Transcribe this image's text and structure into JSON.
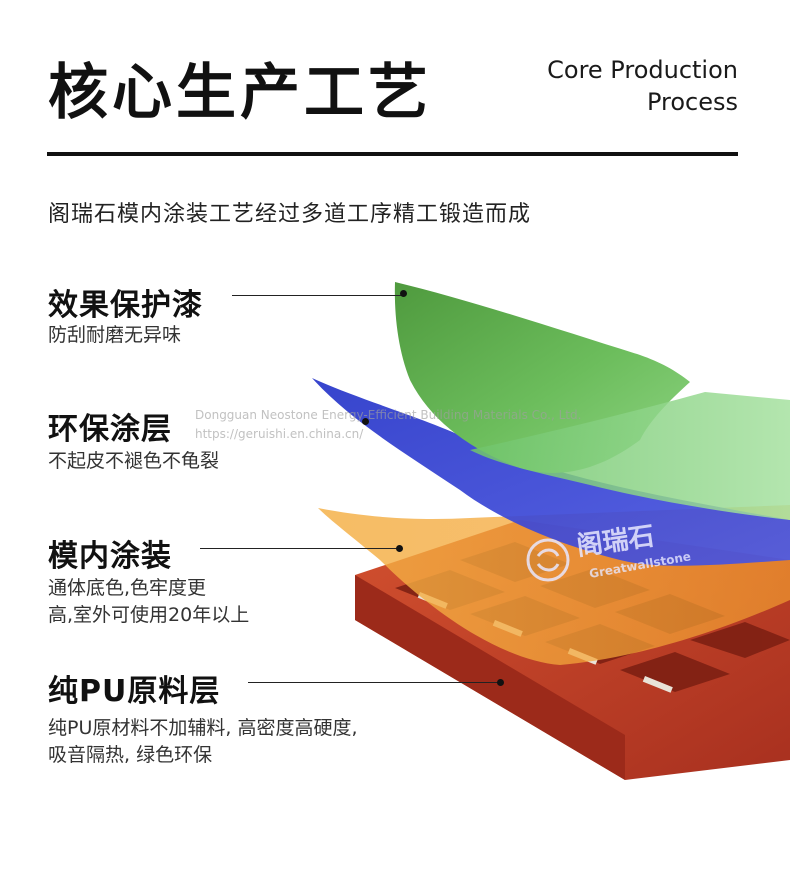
{
  "header": {
    "title": "核心生产工艺",
    "title_en_line1": "Core Production",
    "title_en_line2": "Process"
  },
  "subtitle": "阁瑞石模内涂装工艺经过多道工序精工锻造而成",
  "layers": [
    {
      "title": "效果保护漆",
      "desc_line1": "防刮耐磨无异味",
      "desc_line2": "",
      "color": "#5aa84a"
    },
    {
      "title": "环保涂层",
      "desc_line1": "不起皮不褪色不龟裂",
      "desc_line2": "",
      "color": "#2c3ad0"
    },
    {
      "title": "模内涂装",
      "desc_line1": "通体底色,色牢度更",
      "desc_line2": "高,室外可使用20年以上",
      "color": "#f0a030"
    },
    {
      "title": "纯PU原料层",
      "desc_line1": "纯PU原材料不加辅料, 高密度高硬度,",
      "desc_line2": "吸音隔热, 绿色环保",
      "color": "#c8452e"
    }
  ],
  "product_logo": {
    "brand_cn": "阁瑞石",
    "brand_en": "Greatwallstone"
  },
  "watermark": {
    "line1": "Dongguan Neostone Energy-Efficient Building Materials Co., Ltd.",
    "line2": "https://geruishi.en.china.cn/"
  }
}
